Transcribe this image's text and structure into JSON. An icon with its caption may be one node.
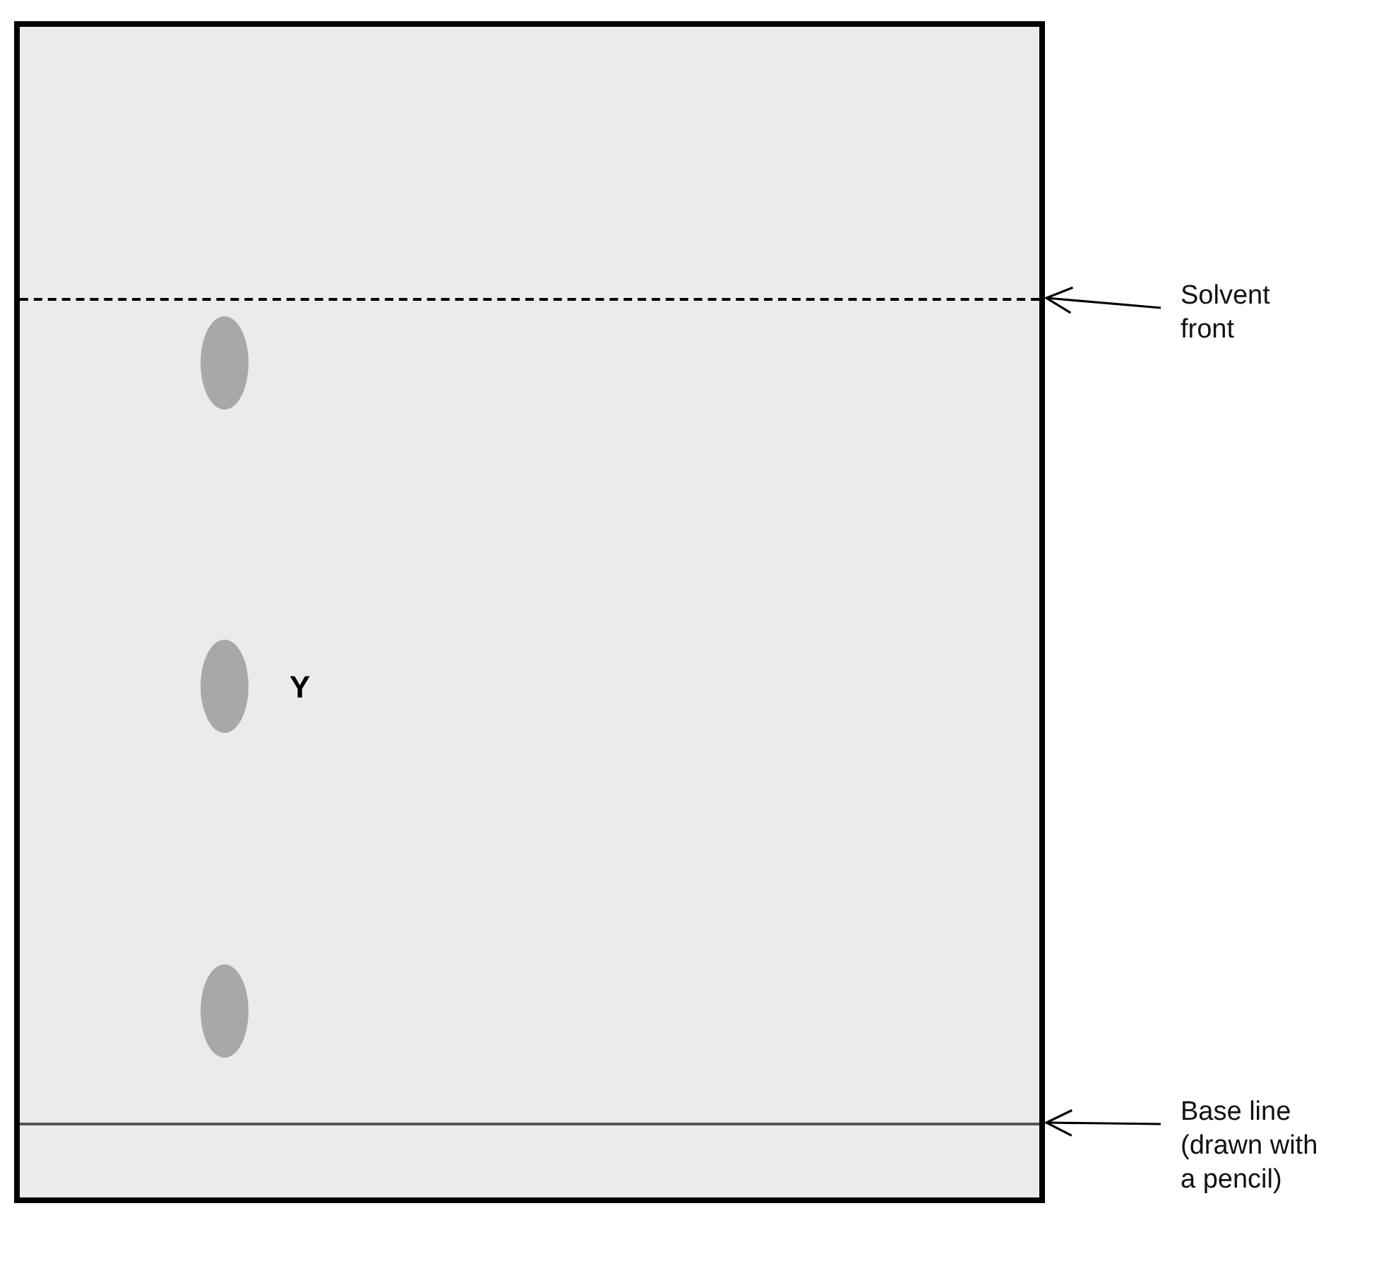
{
  "diagram": {
    "nodes": [
      {
        "text": [
          "Solvent front"
        ]
      },
      {
        "text": [],
        "shape": "line"
      },
      {
        "text": [
          "Base line (drawn with a pencil)"
        ]
      },
      {
        "text": [],
        "shape": "line"
      }
    ],
    "edges": [
      {
        "from": 0,
        "to": 1,
        "arrow": "to"
      },
      {
        "from": 2,
        "to": 3,
        "arrow": "to"
      }
    ],
    "labels": [
      "Y"
    ]
  }
}
